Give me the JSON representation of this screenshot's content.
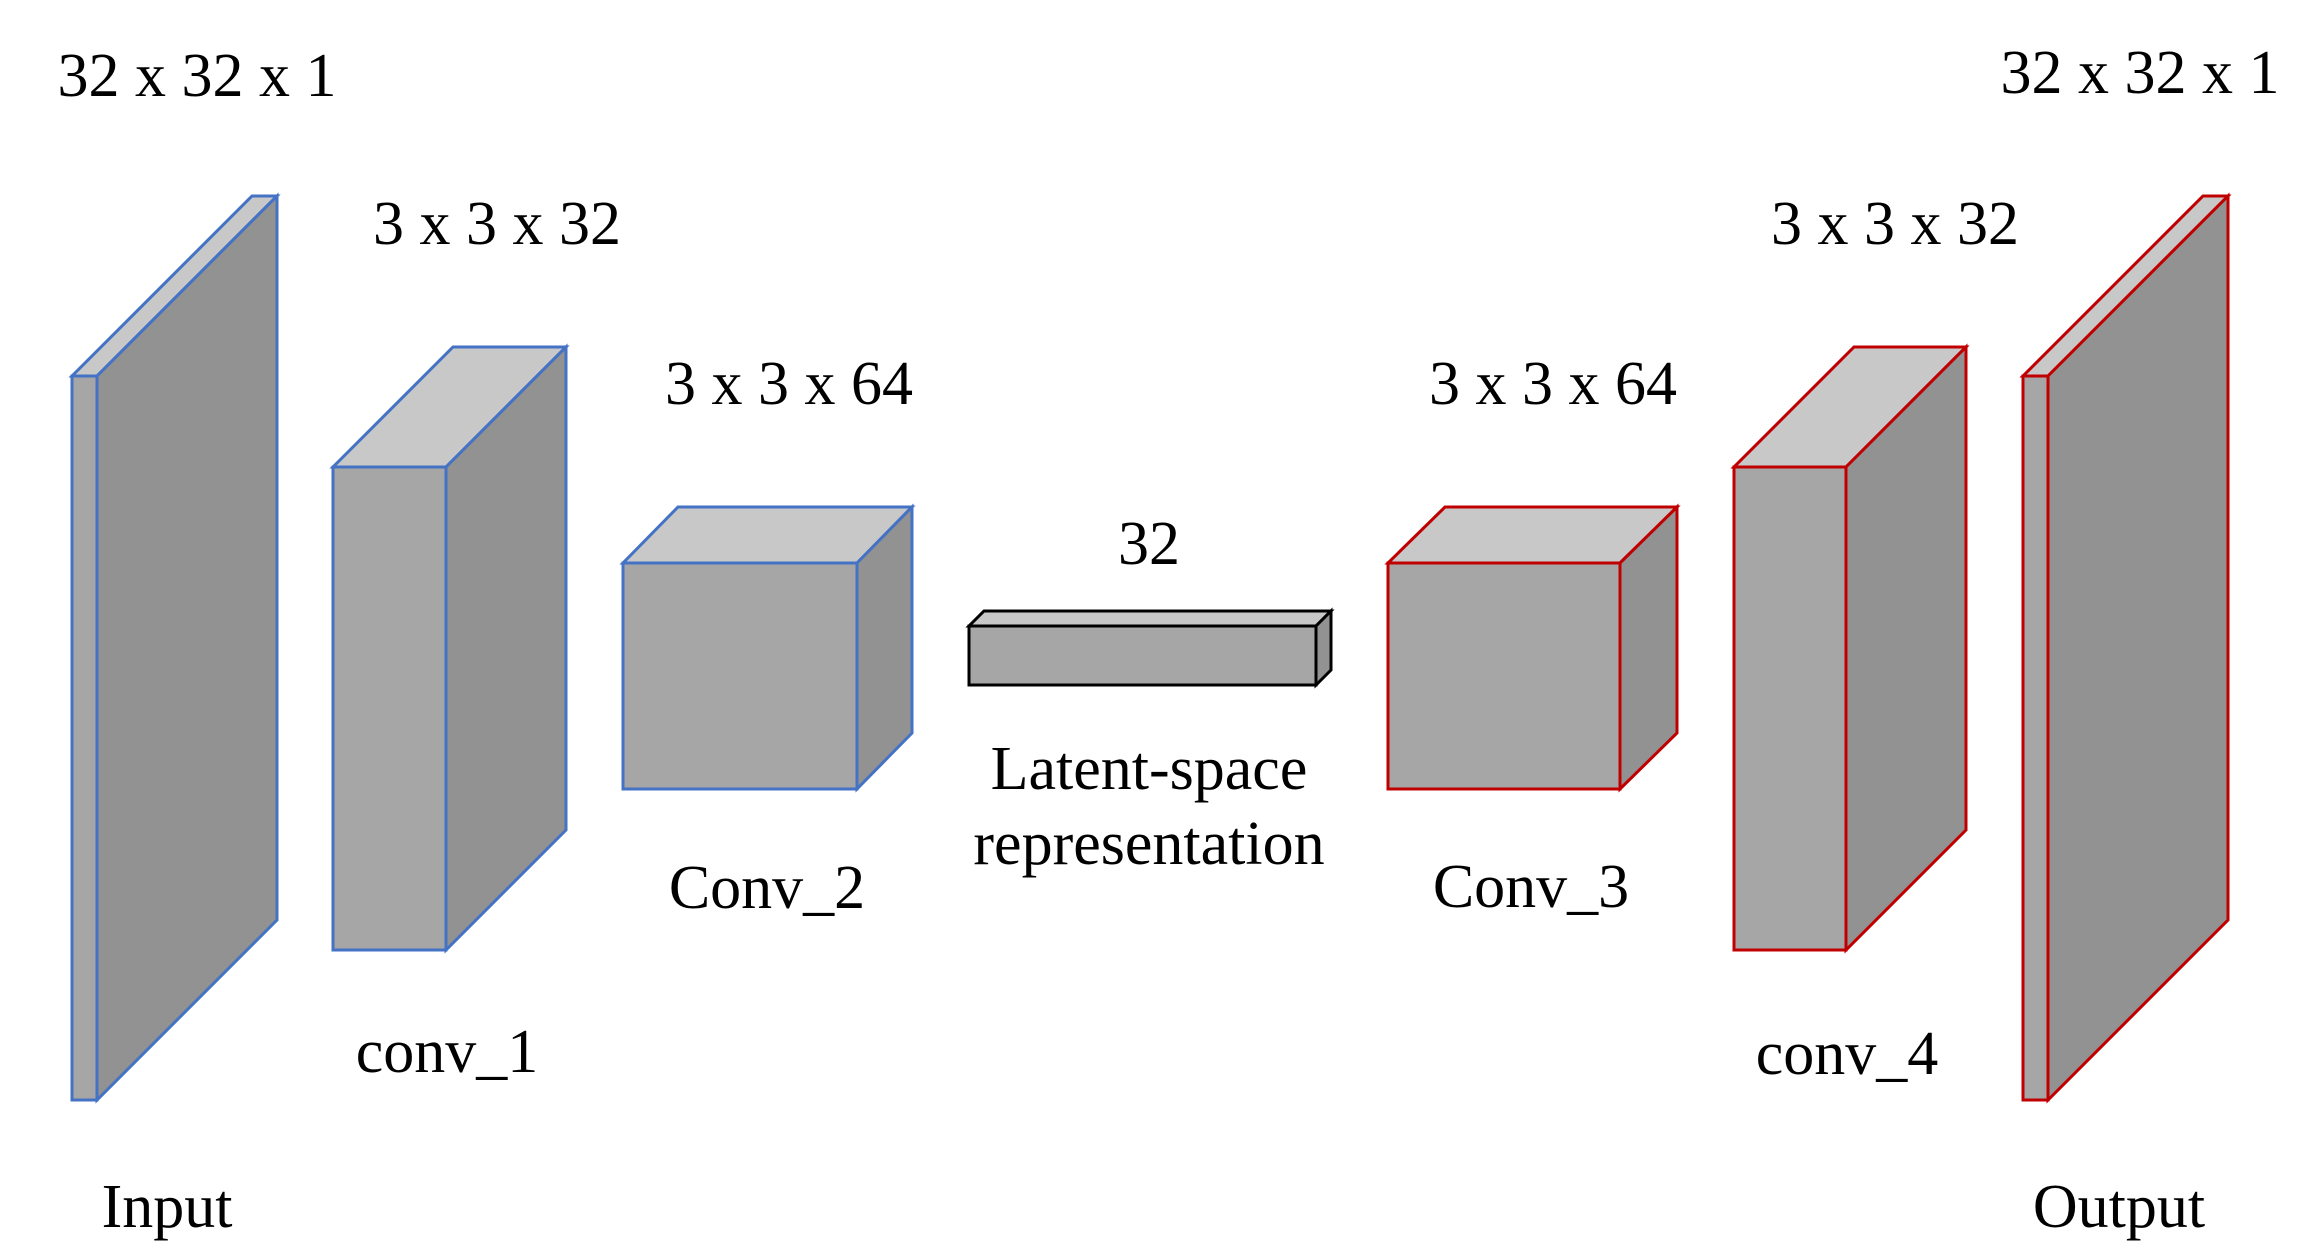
{
  "colors": {
    "face_front": "#a6a6a6",
    "face_top": "#c8c8c8",
    "face_side": "#929292",
    "encoder_outline": "#4472c4",
    "decoder_outline": "#c00000",
    "latent_outline": "#000000"
  },
  "blocks": [
    {
      "id": "input",
      "name": "Input",
      "dims": "32 x 32 x 1",
      "stroke": "encoder_outline"
    },
    {
      "id": "conv1",
      "name": "conv_1",
      "dims": "3 x 3 x 32",
      "stroke": "encoder_outline"
    },
    {
      "id": "conv2",
      "name": "Conv_2",
      "dims": "3 x 3 x 64",
      "stroke": "encoder_outline"
    },
    {
      "id": "latent",
      "name_line1": "Latent-space",
      "name_line2": "representation",
      "dims": "32",
      "stroke": "latent_outline"
    },
    {
      "id": "conv3",
      "name": "Conv_3",
      "dims": "3 x 3 x 64",
      "stroke": "decoder_outline"
    },
    {
      "id": "conv4",
      "name": "conv_4",
      "dims": "3 x 3 x 32",
      "stroke": "decoder_outline"
    },
    {
      "id": "output",
      "name": "Output",
      "dims": "32 x 32 x 1",
      "stroke": "decoder_outline"
    }
  ]
}
